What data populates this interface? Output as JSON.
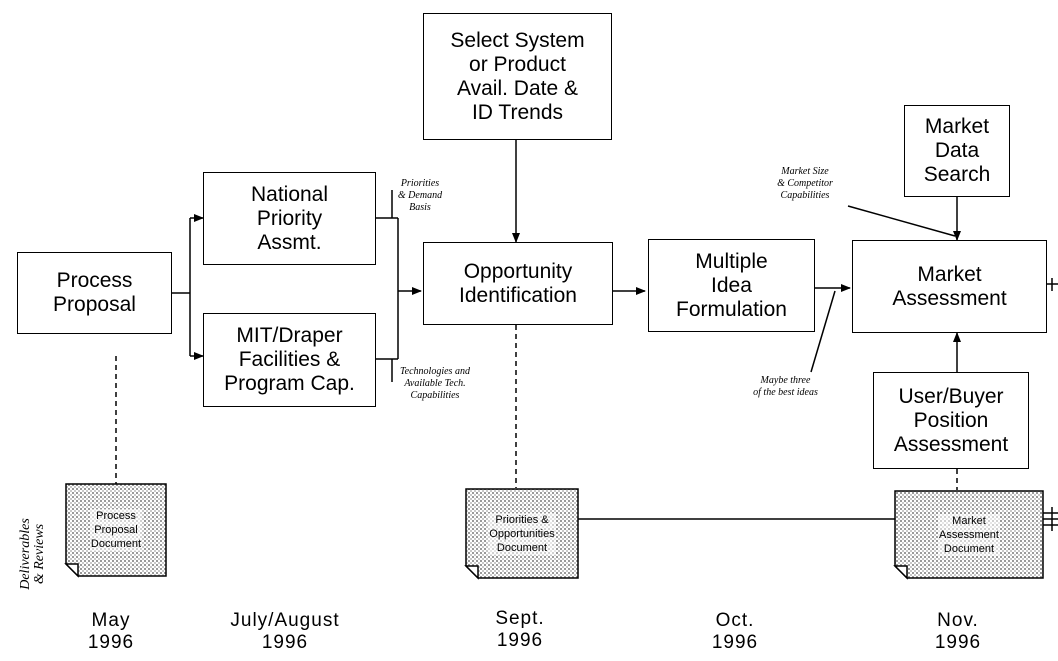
{
  "boxes": {
    "process_proposal": "Process\nProposal",
    "national_priority": "National\nPriority\nAssmt.",
    "mit_draper": "MIT/Draper\nFacilities &\nProgram Cap.",
    "select_system": "Select System\nor Product\nAvail. Date &\nID Trends",
    "opportunity": "Opportunity\nIdentification",
    "multiple_idea": "Multiple\nIdea\nFormulation",
    "market_data": "Market\nData\nSearch",
    "market_assessment": "Market\nAssessment",
    "user_buyer": "User/Buyer\nPosition\nAssessment"
  },
  "notes": {
    "priorities_demand": "Priorities\n& Demand\nBasis",
    "technologies": "Technologies and\nAvailable Tech.\nCapabilities",
    "market_size": "Market Size\n& Competitor\nCapabilities",
    "maybe_three": "Maybe three\nof the best ideas"
  },
  "documents": {
    "process_proposal_doc": "Process\nProposal\nDocument",
    "priorities_doc": "Priorities &\nOpportunities\nDocument",
    "market_assessment_doc": "Market\nAssessment\nDocument"
  },
  "side_label": "Deliverables\n& Reviews",
  "dates": {
    "may": "May\n1996",
    "july_august": "July/August\n1996",
    "sept": "Sept.\n1996",
    "oct": "Oct.\n1996",
    "nov": "Nov.\n1996"
  }
}
